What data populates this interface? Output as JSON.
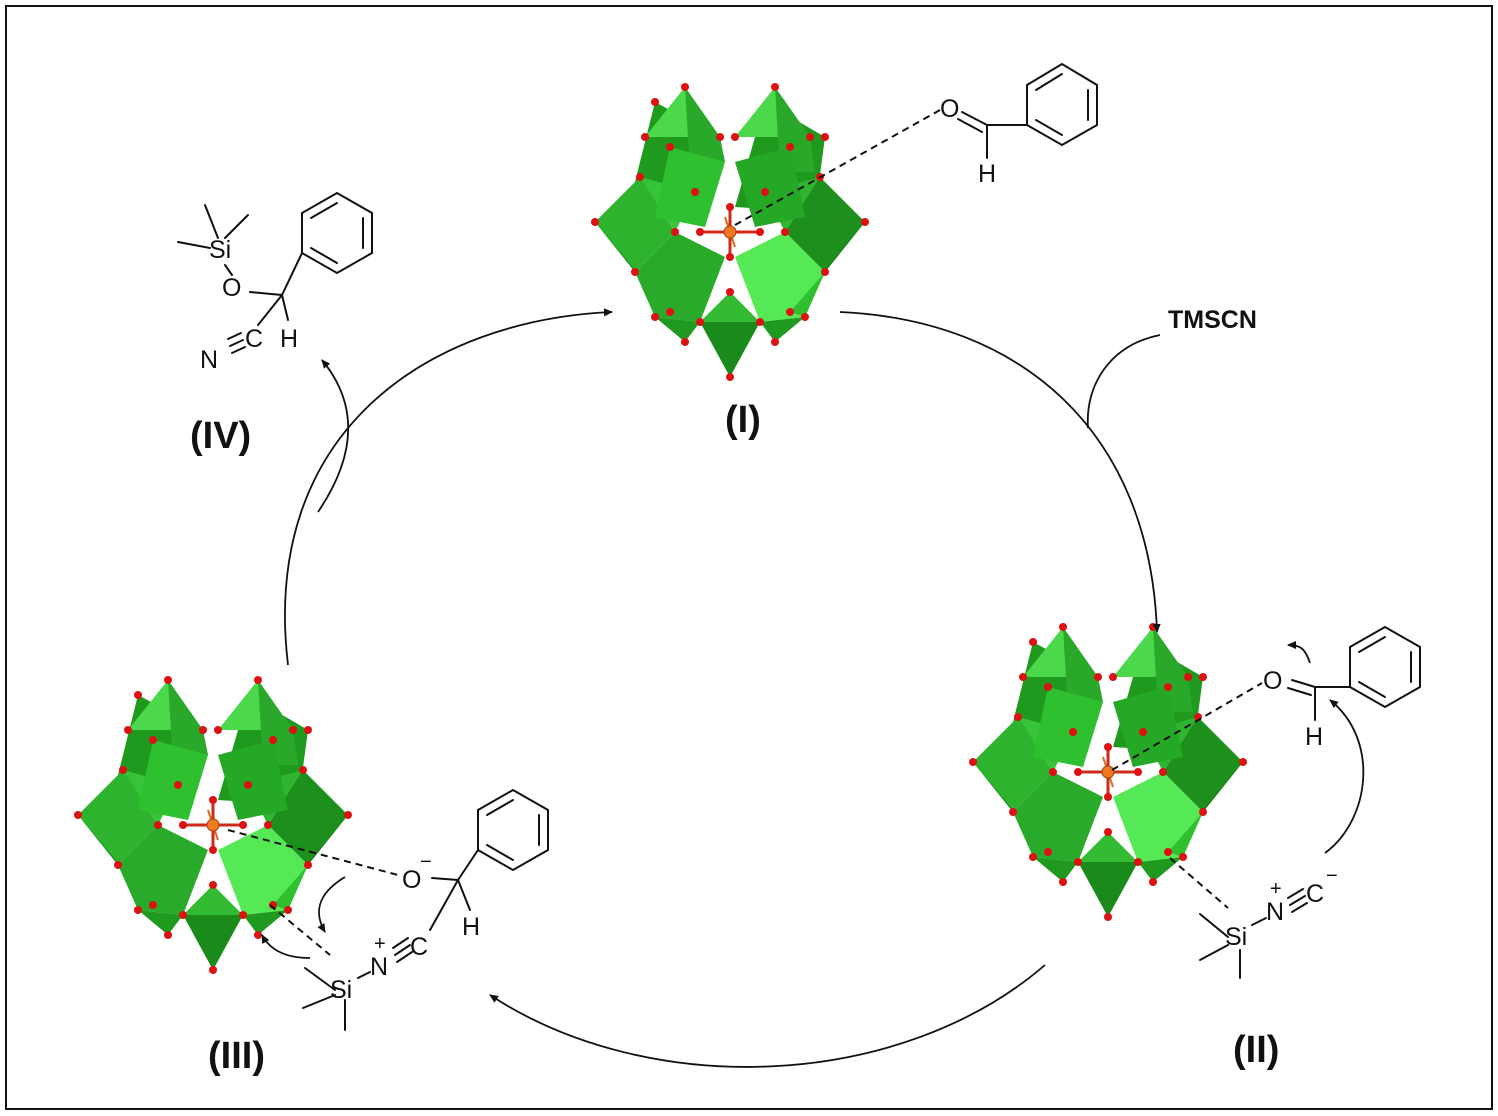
{
  "labels": {
    "I": "(I)",
    "II": "(II)",
    "III": "(III)",
    "IV": "(IV)"
  },
  "reagent": "TMSCN",
  "atoms": {
    "O": "O",
    "H": "H",
    "Si": "Si",
    "N": "N",
    "C": "C",
    "plus": "+",
    "minus": "−"
  },
  "colors": {
    "polyhedron_light": "#55ea55",
    "polyhedron_mid": "#2fbf2f",
    "polyhedron_dark": "#1a8a1a",
    "oxygen": "#dd1111",
    "central_atom": "#f07820",
    "ink": "#111111"
  }
}
